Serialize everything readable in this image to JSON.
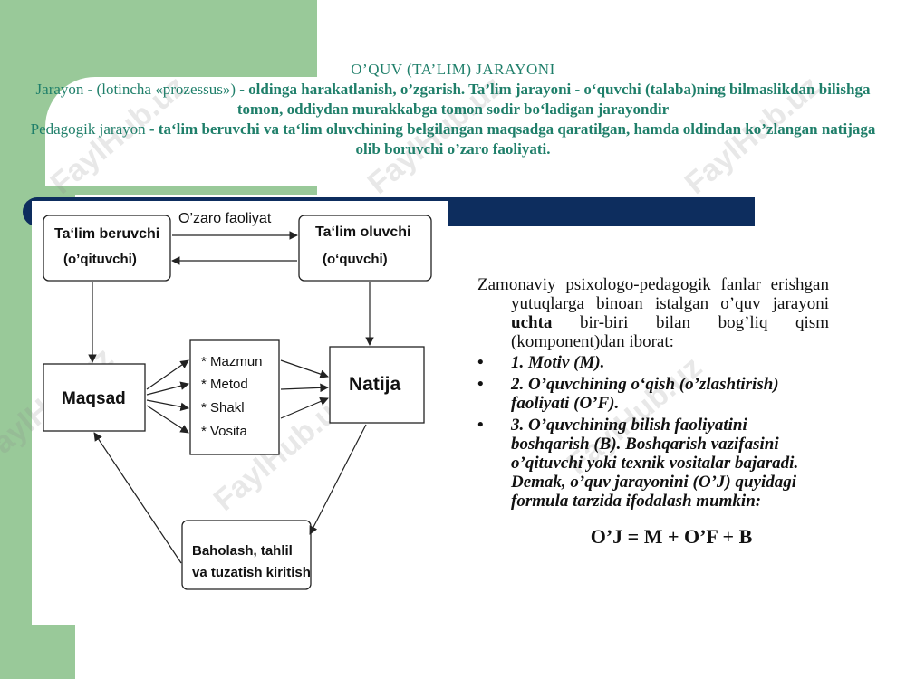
{
  "header": {
    "title": "O’QUV   (TA’LIM)   JARAYONI",
    "def1_term": "Jarayon - (lotincha «prozessus»)",
    "def1_body": " - oldinga harakatlanish, o’zgarish. Ta’lim jarayoni - o‘quvchi (talaba)ning bilmaslikdan bilishga tomon, oddiydan murakkabga tomon sodir bo‘ladigan jarayondir",
    "def2_term": "Pedagogik jarayon",
    "def2_body": " - ta‘lim beruvchi va ta‘lim oluvchining belgilangan maqsadga qaratilgan, hamda oldindan ko’zlangan natijaga olib boruvchi o’zaro faoliyati."
  },
  "diagram": {
    "interaction_label": "O’zaro faoliyat",
    "teacher_line1": "Ta‘lim beruvchi",
    "teacher_line2": "(o’qituvchi)",
    "learner_line1": "Ta‘lim oluvchi",
    "learner_line2": "(o‘quvchi)",
    "goal": "Maqsad",
    "result": "Natija",
    "components": [
      "* Mazmun",
      "* Metod",
      "* Shakl",
      "* Vosita"
    ],
    "assessment_line1": "Baholash, tahlil",
    "assessment_line2": "va tuzatish kiritish"
  },
  "content": {
    "intro_before": "Zamonaviy psixologo-pedagogik fanlar erishgan yutuqlarga binoan istalgan o’quv jarayoni ",
    "intro_bold": "uchta",
    "intro_after": " bir-biri bilan bog’liq qism (komponent)dan iborat:",
    "bullets": [
      "1. Motiv (M).",
      "2. O’quvchining o‘qish (o’zlashtirish) faoliyati (O’F).",
      "3. O’quvchining bilish faoliyatini boshqarish (B). Boshqarish vazifasini o’qituvchi yoki texnik vositalar bajaradi. Demak, o’quv jarayonini (O’J) quyidagi formula tarzida ifodalash mumkin:"
    ],
    "formula": "O’J = M + O’F + B"
  },
  "watermark": "FaylHub.uz",
  "colors": {
    "green": "#99c999",
    "navy": "#0d2d5e",
    "header_teal": "#1f7f6a"
  }
}
